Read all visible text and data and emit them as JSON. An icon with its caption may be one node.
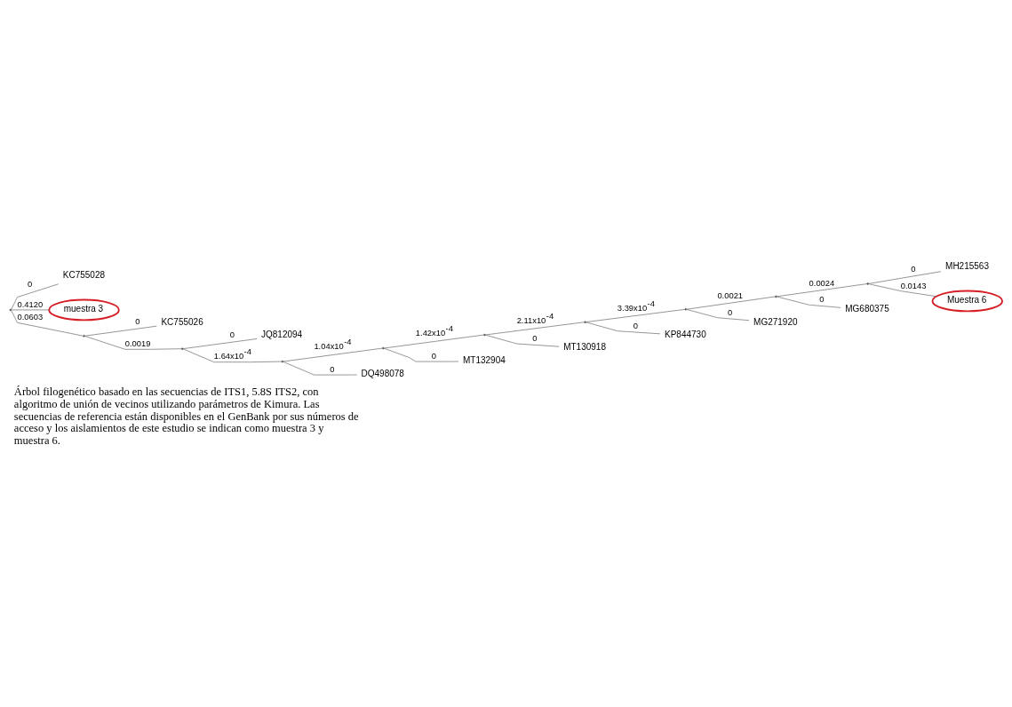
{
  "diagram": {
    "caption": "Árbol filogenético basado en las secuencias de ITS1, 5.8S ITS2, con algoritmo de unión de vecinos utilizando parámetros de Kimura. Las secuencias de referencia están disponibles en el GenBank por sus números de acceso y los aislamientos de este estudio se indican como muestra 3 y muestra 6.",
    "nodes": [
      {
        "text": [],
        "shape": "point"
      },
      {
        "text": [
          "KC755028"
        ]
      },
      {
        "text": [
          "muestra 3"
        ]
      },
      {
        "text": [],
        "shape": "point"
      },
      {
        "text": [
          "KC755026"
        ]
      },
      {
        "text": [],
        "shape": "point"
      },
      {
        "text": [
          "JQ812094"
        ]
      },
      {
        "text": [],
        "shape": "point"
      },
      {
        "text": [],
        "shape": "point"
      },
      {
        "text": [],
        "shape": "point"
      },
      {
        "text": [],
        "shape": "point"
      },
      {
        "text": [],
        "shape": "point"
      },
      {
        "text": [],
        "shape": "point"
      },
      {
        "text": [],
        "shape": "point"
      },
      {
        "text": [
          "MH215563"
        ]
      },
      {
        "text": [
          "Muestra 6"
        ]
      },
      {
        "text": [
          "MG680375"
        ]
      },
      {
        "text": [
          "MG271920"
        ]
      },
      {
        "text": [
          "KP844730"
        ]
      },
      {
        "text": [
          "MT130918"
        ]
      },
      {
        "text": [
          "MT132904"
        ]
      },
      {
        "text": [
          "DQ498078"
        ]
      }
    ],
    "edges": [
      {
        "from": 0,
        "to": 1,
        "arrow": "none",
        "label": "0"
      },
      {
        "from": 0,
        "to": 2,
        "arrow": "none",
        "label": "0.4120"
      },
      {
        "from": 0,
        "to": 3,
        "arrow": "none",
        "label": "0.0603"
      },
      {
        "from": 3,
        "to": 4,
        "arrow": "none",
        "label": "0"
      },
      {
        "from": 3,
        "to": 5,
        "arrow": "none",
        "label": "0.0019"
      },
      {
        "from": 5,
        "to": 6,
        "arrow": "none",
        "label": "0"
      },
      {
        "from": 5,
        "to": 7,
        "arrow": "none",
        "label": "1.64x10$^{-4}$"
      },
      {
        "from": 7,
        "to": 8,
        "arrow": "none",
        "label": "1.04x10$^{-4}$"
      },
      {
        "from": 8,
        "to": 9,
        "arrow": "none",
        "label": "1.42x10$^{-4}$"
      },
      {
        "from": 9,
        "to": 10,
        "arrow": "none",
        "label": "2.11x10$^{-4}$"
      },
      {
        "from": 10,
        "to": 11,
        "arrow": "none",
        "label": "3.39x10$^{-4}$"
      },
      {
        "from": 11,
        "to": 12,
        "arrow": "none",
        "label": "0.0021"
      },
      {
        "from": 12,
        "to": 13,
        "arrow": "none",
        "label": "0.0024"
      },
      {
        "from": 13,
        "to": 14,
        "arrow": "none",
        "label": "0"
      },
      {
        "from": 13,
        "to": 15,
        "arrow": "none",
        "label": "0.0143"
      },
      {
        "from": 12,
        "to": 16,
        "arrow": "none",
        "label": "0"
      },
      {
        "from": 11,
        "to": 17,
        "arrow": "none",
        "label": "0"
      },
      {
        "from": 10,
        "to": 18,
        "arrow": "none",
        "label": "0"
      },
      {
        "from": 9,
        "to": 19,
        "arrow": "none",
        "label": "0"
      },
      {
        "from": 8,
        "to": 20,
        "arrow": "none",
        "label": "0"
      },
      {
        "from": 7,
        "to": 21,
        "arrow": "none",
        "label": "0"
      }
    ]
  }
}
